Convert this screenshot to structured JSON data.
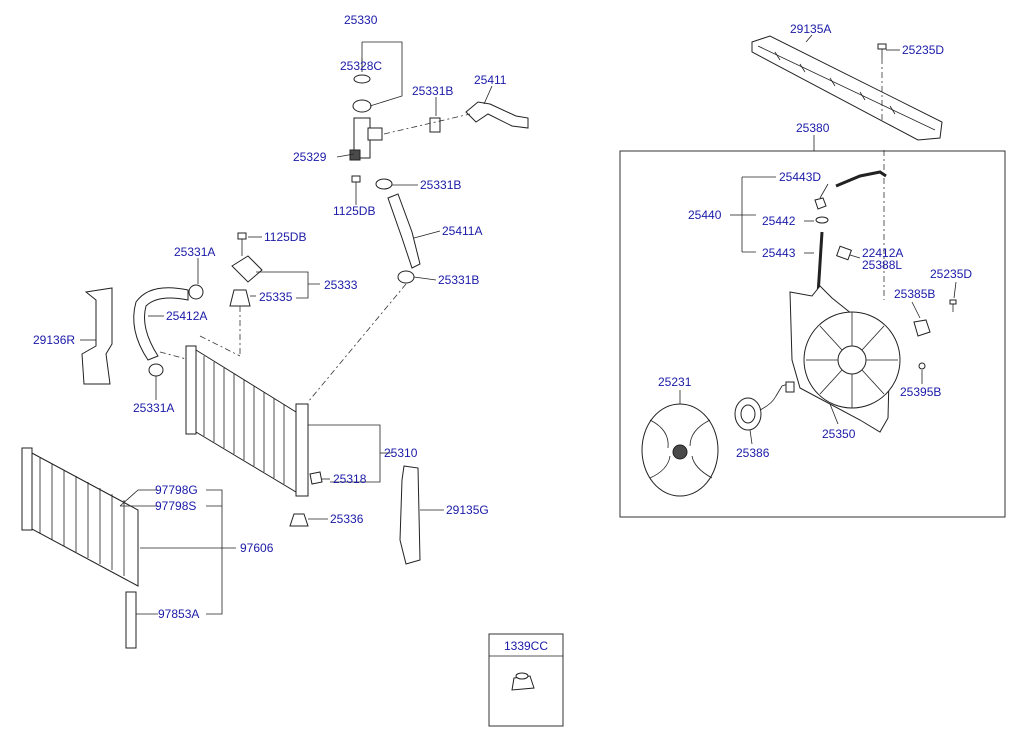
{
  "callouts": {
    "c25330": "25330",
    "c25328C": "25328C",
    "c25331B_top": "25331B",
    "c25411": "25411",
    "c25329": "25329",
    "c25331B_mid": "25331B",
    "c1125DB_a": "1125DB",
    "c25411A": "25411A",
    "c1125DB_b": "1125DB",
    "c25331A_top": "25331A",
    "c25333": "25333",
    "c25335": "25335",
    "c25331B_low": "25331B",
    "c25412A": "25412A",
    "c29136R": "29136R",
    "c25331A_low": "25331A",
    "c25310": "25310",
    "c25318": "25318",
    "c25336": "25336",
    "c29135G": "29135G",
    "c97798G": "97798G",
    "c97798S": "97798S",
    "c97606": "97606",
    "c97853A": "97853A",
    "c29135A": "29135A",
    "c25235D_top": "25235D",
    "c25380": "25380",
    "c25443D": "25443D",
    "c25440": "25440",
    "c25442": "25442",
    "c25443": "25443",
    "c22412A": "22412A",
    "c25388L": "25388L",
    "c25235D_side": "25235D",
    "c25385B": "25385B",
    "c25395B": "25395B",
    "c25231": "25231",
    "c25386": "25386",
    "c25350": "25350"
  },
  "inset": {
    "label": "1339CC"
  },
  "colors": {
    "label": "#1a1aa8",
    "line": "#222222"
  }
}
